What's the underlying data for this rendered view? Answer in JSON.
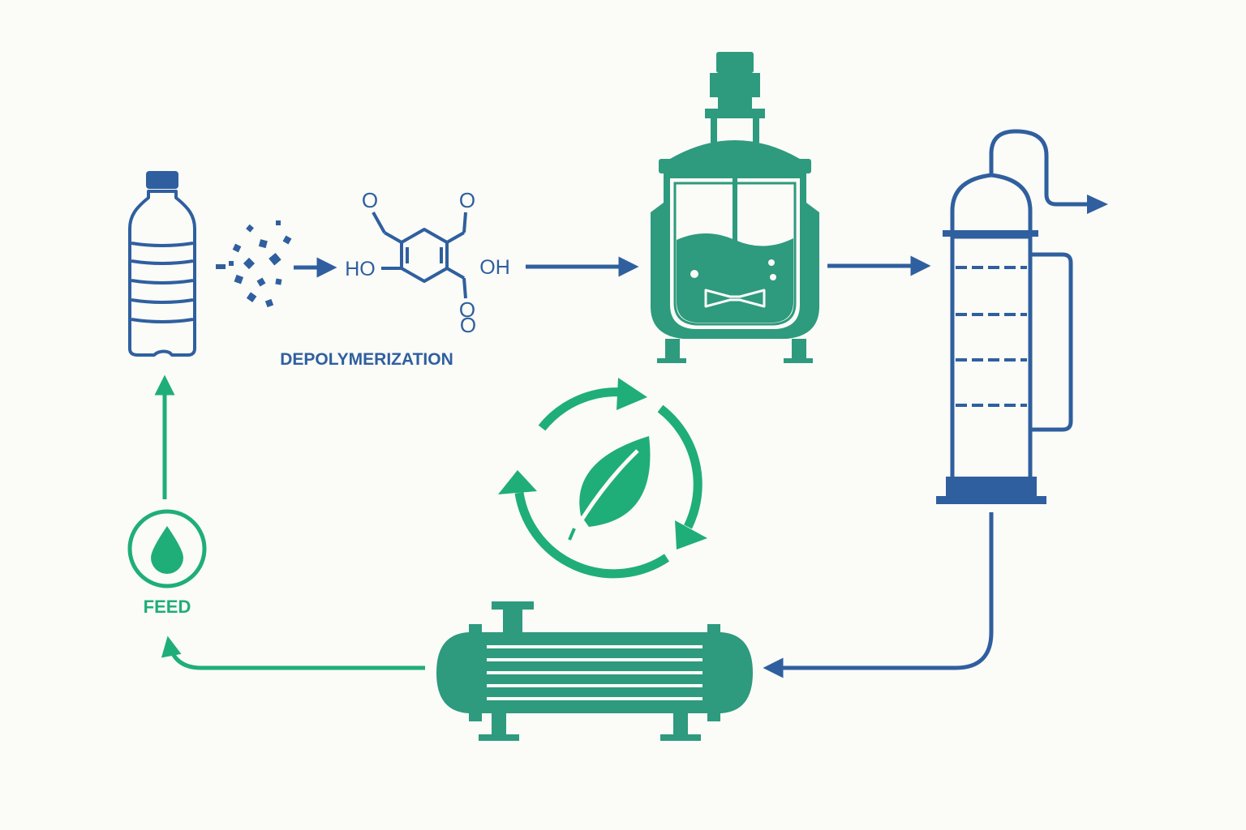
{
  "labels": {
    "depolymerization": "DEPOLYMERIZATION",
    "feed": "FEED"
  },
  "molecule": {
    "left_group": "HO",
    "right_group": "OH",
    "oxygen": "O"
  },
  "colors": {
    "blue": "#2f5f9f",
    "teal": "#2e9a7e",
    "green": "#1fae78",
    "background": "#fbfbf7"
  },
  "icons": [
    "plastic-bottle-icon",
    "flakes-icon",
    "molecule-icon",
    "reactor-icon",
    "distillation-column-icon",
    "heat-exchanger-icon",
    "recycle-leaf-icon",
    "droplet-icon"
  ]
}
